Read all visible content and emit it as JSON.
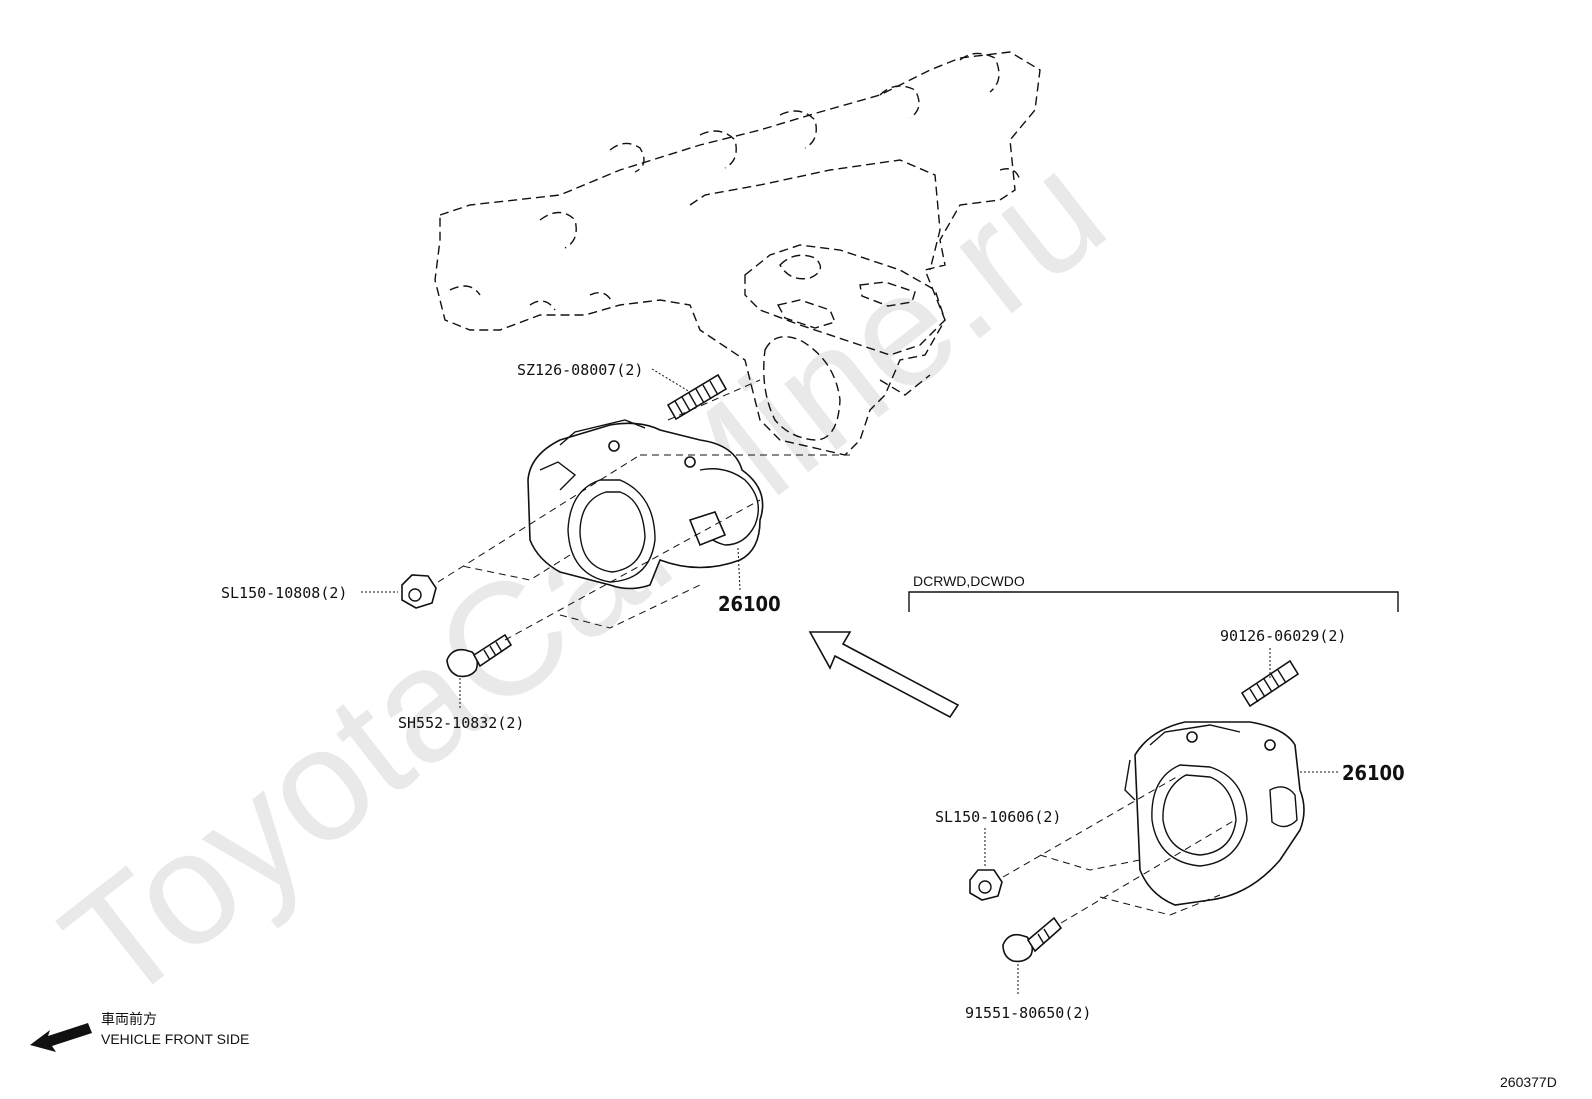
{
  "watermark": "ToyotaCarMine.ru",
  "labels": {
    "sz126": "SZ126-08007(2)",
    "sl150_808": "SL150-10808(2)",
    "sh552": "SH552-10832(2)",
    "part_main": "26100",
    "variant": "DCRWD,DCWDO",
    "p90126": "90126-06029(2)",
    "part_variant": "26100",
    "sl150_606": "SL150-10606(2)",
    "p91551": "91551-80650(2)"
  },
  "legend": {
    "jp": "車両前方",
    "en": "VEHICLE FRONT SIDE"
  },
  "figure_id": "260377D"
}
